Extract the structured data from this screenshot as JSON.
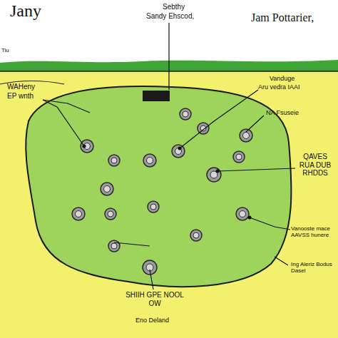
{
  "diagram": {
    "title": "Jany",
    "labels": [
      "Tiu",
      "Sebthy",
      "Sandy Ehscod,",
      "Jam Pottarier,",
      "WAHeny",
      "EP wnth",
      "Vanduge",
      "Aru vedra IAAI",
      "NA Fsuseie",
      "QAVES RUA DUB RHDDS",
      "Vanooste mace AAVSS hunere",
      "Ing Aleriz Bodus Dasel",
      "SHIIH GPE NOOL OW",
      "Eno Deland"
    ]
  }
}
